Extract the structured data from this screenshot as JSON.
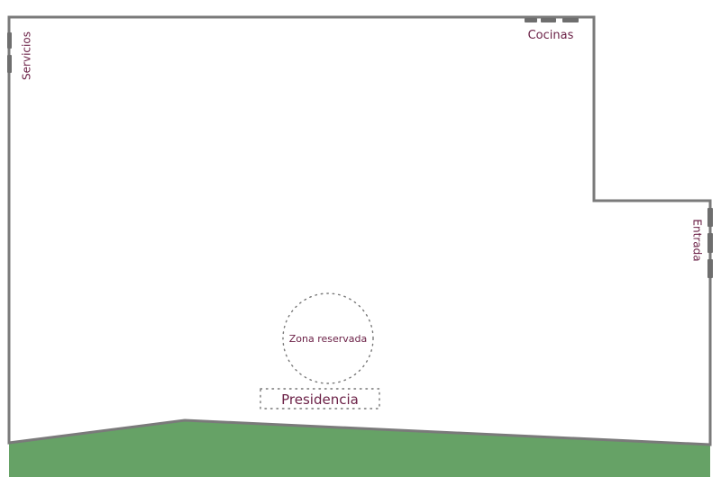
{
  "floor_plan": {
    "labels": {
      "servicios": "Servicios",
      "cocinas": "Cocinas",
      "entrada": "Entrada",
      "zona_reservada": "Zona reservada",
      "presidencia": "Presidencia"
    },
    "colors": {
      "wall": "#7a7a7a",
      "door": "#6e6e6e",
      "label": "#6a1f45",
      "garden": "#66a266"
    }
  }
}
